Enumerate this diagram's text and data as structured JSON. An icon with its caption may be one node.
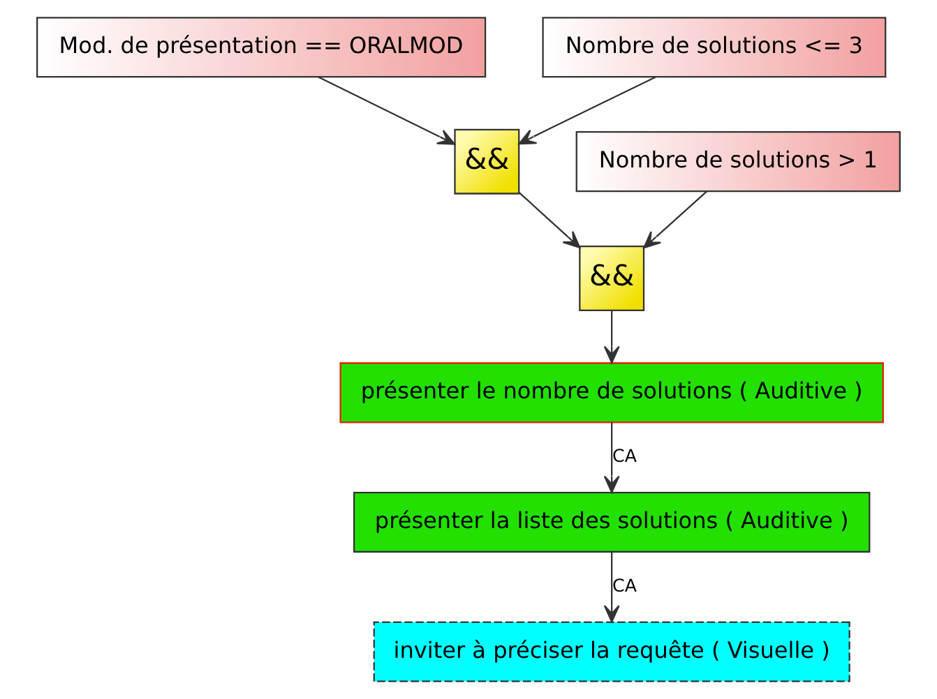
{
  "diagram": {
    "nodes": [
      {
        "text": [
          "Mod. de présentation == ORALMOD"
        ]
      },
      {
        "text": [
          "Nombre de solutions <= 3"
        ]
      },
      {
        "text": [
          "&&"
        ]
      },
      {
        "text": [
          "Nombre de solutions > 1"
        ]
      },
      {
        "text": [
          "&&"
        ]
      },
      {
        "text": [
          "présenter le nombre de solutions ( Auditive )"
        ]
      },
      {
        "text": [
          "présenter la liste des solutions ( Auditive )"
        ]
      },
      {
        "text": [
          "inviter à préciser la requête ( Visuelle )"
        ]
      }
    ],
    "edges": [
      {
        "from": 0,
        "to": 2,
        "arrow": "to"
      },
      {
        "from": 1,
        "to": 2,
        "arrow": "to"
      },
      {
        "from": 2,
        "to": 4,
        "arrow": "to"
      },
      {
        "from": 3,
        "to": 4,
        "arrow": "to"
      },
      {
        "from": 4,
        "to": 5,
        "arrow": "to"
      },
      {
        "from": 5,
        "to": 6,
        "arrow": "to",
        "label": "CA"
      },
      {
        "from": 6,
        "to": 7,
        "arrow": "to",
        "label": "CA"
      }
    ]
  }
}
